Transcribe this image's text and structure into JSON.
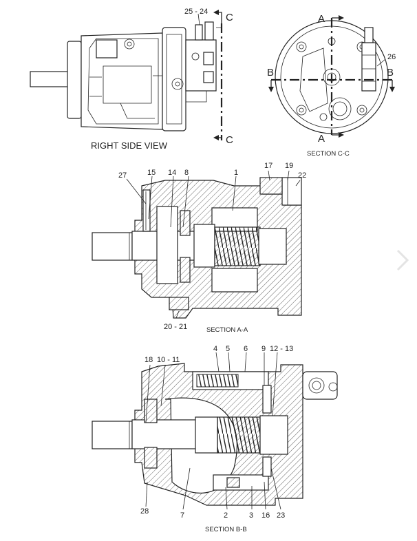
{
  "figure": {
    "right_side_view": {
      "caption": "RIGHT SIDE VIEW",
      "labels": [
        "25 - 24",
        "C",
        "C"
      ]
    },
    "section_cc": {
      "caption": "SECTION C-C",
      "labels": [
        "A",
        "A",
        "B",
        "B",
        "26"
      ]
    },
    "section_aa": {
      "caption": "SECTION A-A",
      "labels": [
        "27",
        "15",
        "14",
        "8",
        "1",
        "17",
        "19",
        "22",
        "20 - 21"
      ]
    },
    "section_bb": {
      "caption": "SECTION B-B",
      "labels": [
        "18",
        "10 - 11",
        "4",
        "5",
        "6",
        "9",
        "12 - 13",
        "28",
        "7",
        "2",
        "3",
        "16",
        "23"
      ]
    }
  },
  "nav": {
    "next_icon": "chevron-right-icon"
  }
}
